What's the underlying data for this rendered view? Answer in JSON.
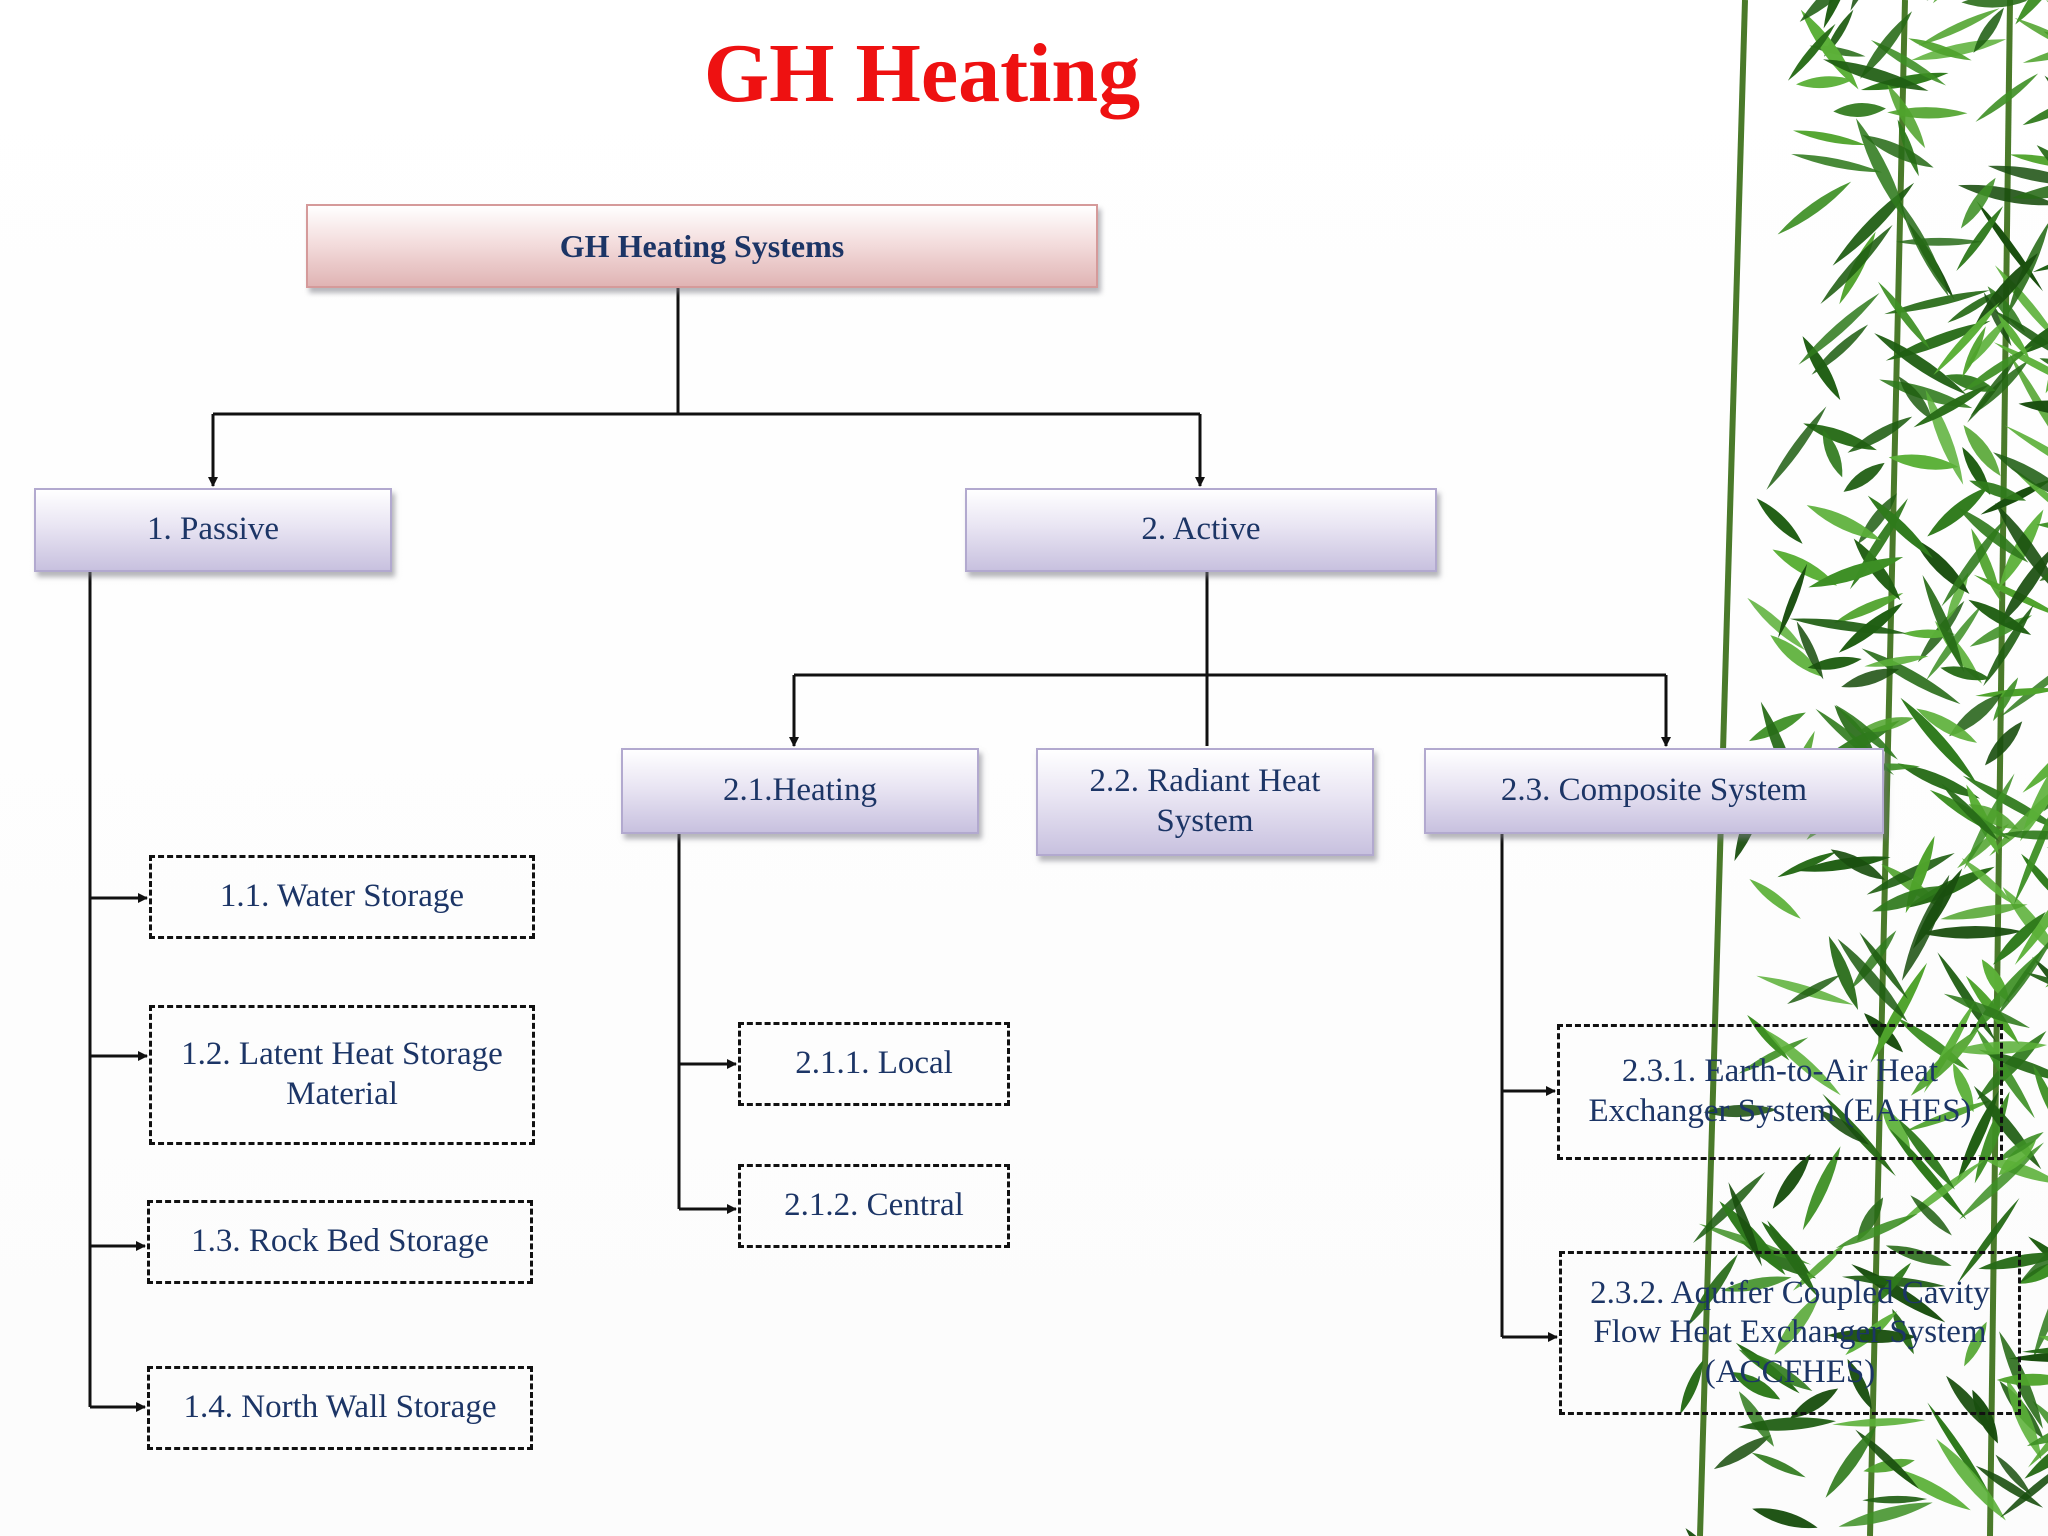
{
  "title": "GH Heating",
  "nodes": {
    "root": "GH Heating Systems",
    "passive": "1. Passive",
    "active": "2. Active",
    "water_storage": "1.1. Water Storage",
    "latent_heat": "1.2. Latent Heat Storage Material",
    "rock_bed": "1.3. Rock Bed Storage",
    "north_wall": "1.4. North Wall Storage",
    "heating": "2.1.Heating",
    "radiant": "2.2. Radiant Heat System",
    "composite": "2.3. Composite System",
    "local": "2.1.1. Local",
    "central": "2.1.2. Central",
    "eahes": "2.3.1. Earth-to-Air Heat Exchanger System (EAHES)",
    "accfhes": "2.3.2. Aquifer Coupled Cavity Flow Heat Exchanger System (ACCFHES)"
  },
  "colors": {
    "title": "#ee1111",
    "node_text": "#1c3566",
    "root_fill": "#f4dede",
    "branch_fill": "#e9e5f3",
    "connector": "#111111",
    "foliage": "#2f7a1c"
  },
  "decoration": "bamboo-foliage"
}
